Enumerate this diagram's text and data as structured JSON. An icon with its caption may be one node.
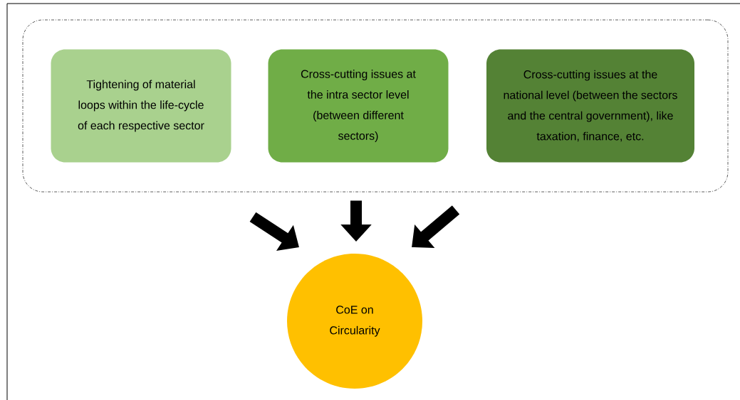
{
  "diagram": {
    "nodes": [
      {
        "text": [],
        "shape": "box"
      },
      {
        "text": [
          "Tightening of material loops within the life-cycle of each respective sector"
        ],
        "in": 0
      },
      {
        "text": [
          "Cross-cutting issues at the intra sector level (between different sectors)"
        ],
        "in": 0
      },
      {
        "text": [
          "Cross-cutting issues at the national level (between the sectors and the central government), like taxation, finance, etc."
        ],
        "in": 0
      },
      {
        "text": [
          "CoE on Circularity"
        ]
      }
    ],
    "edges": [
      {
        "from": 0,
        "to": 4,
        "arrow": "to"
      },
      {
        "from": 0,
        "to": 4,
        "arrow": "to"
      },
      {
        "from": 0,
        "to": 4,
        "arrow": "to"
      }
    ]
  }
}
